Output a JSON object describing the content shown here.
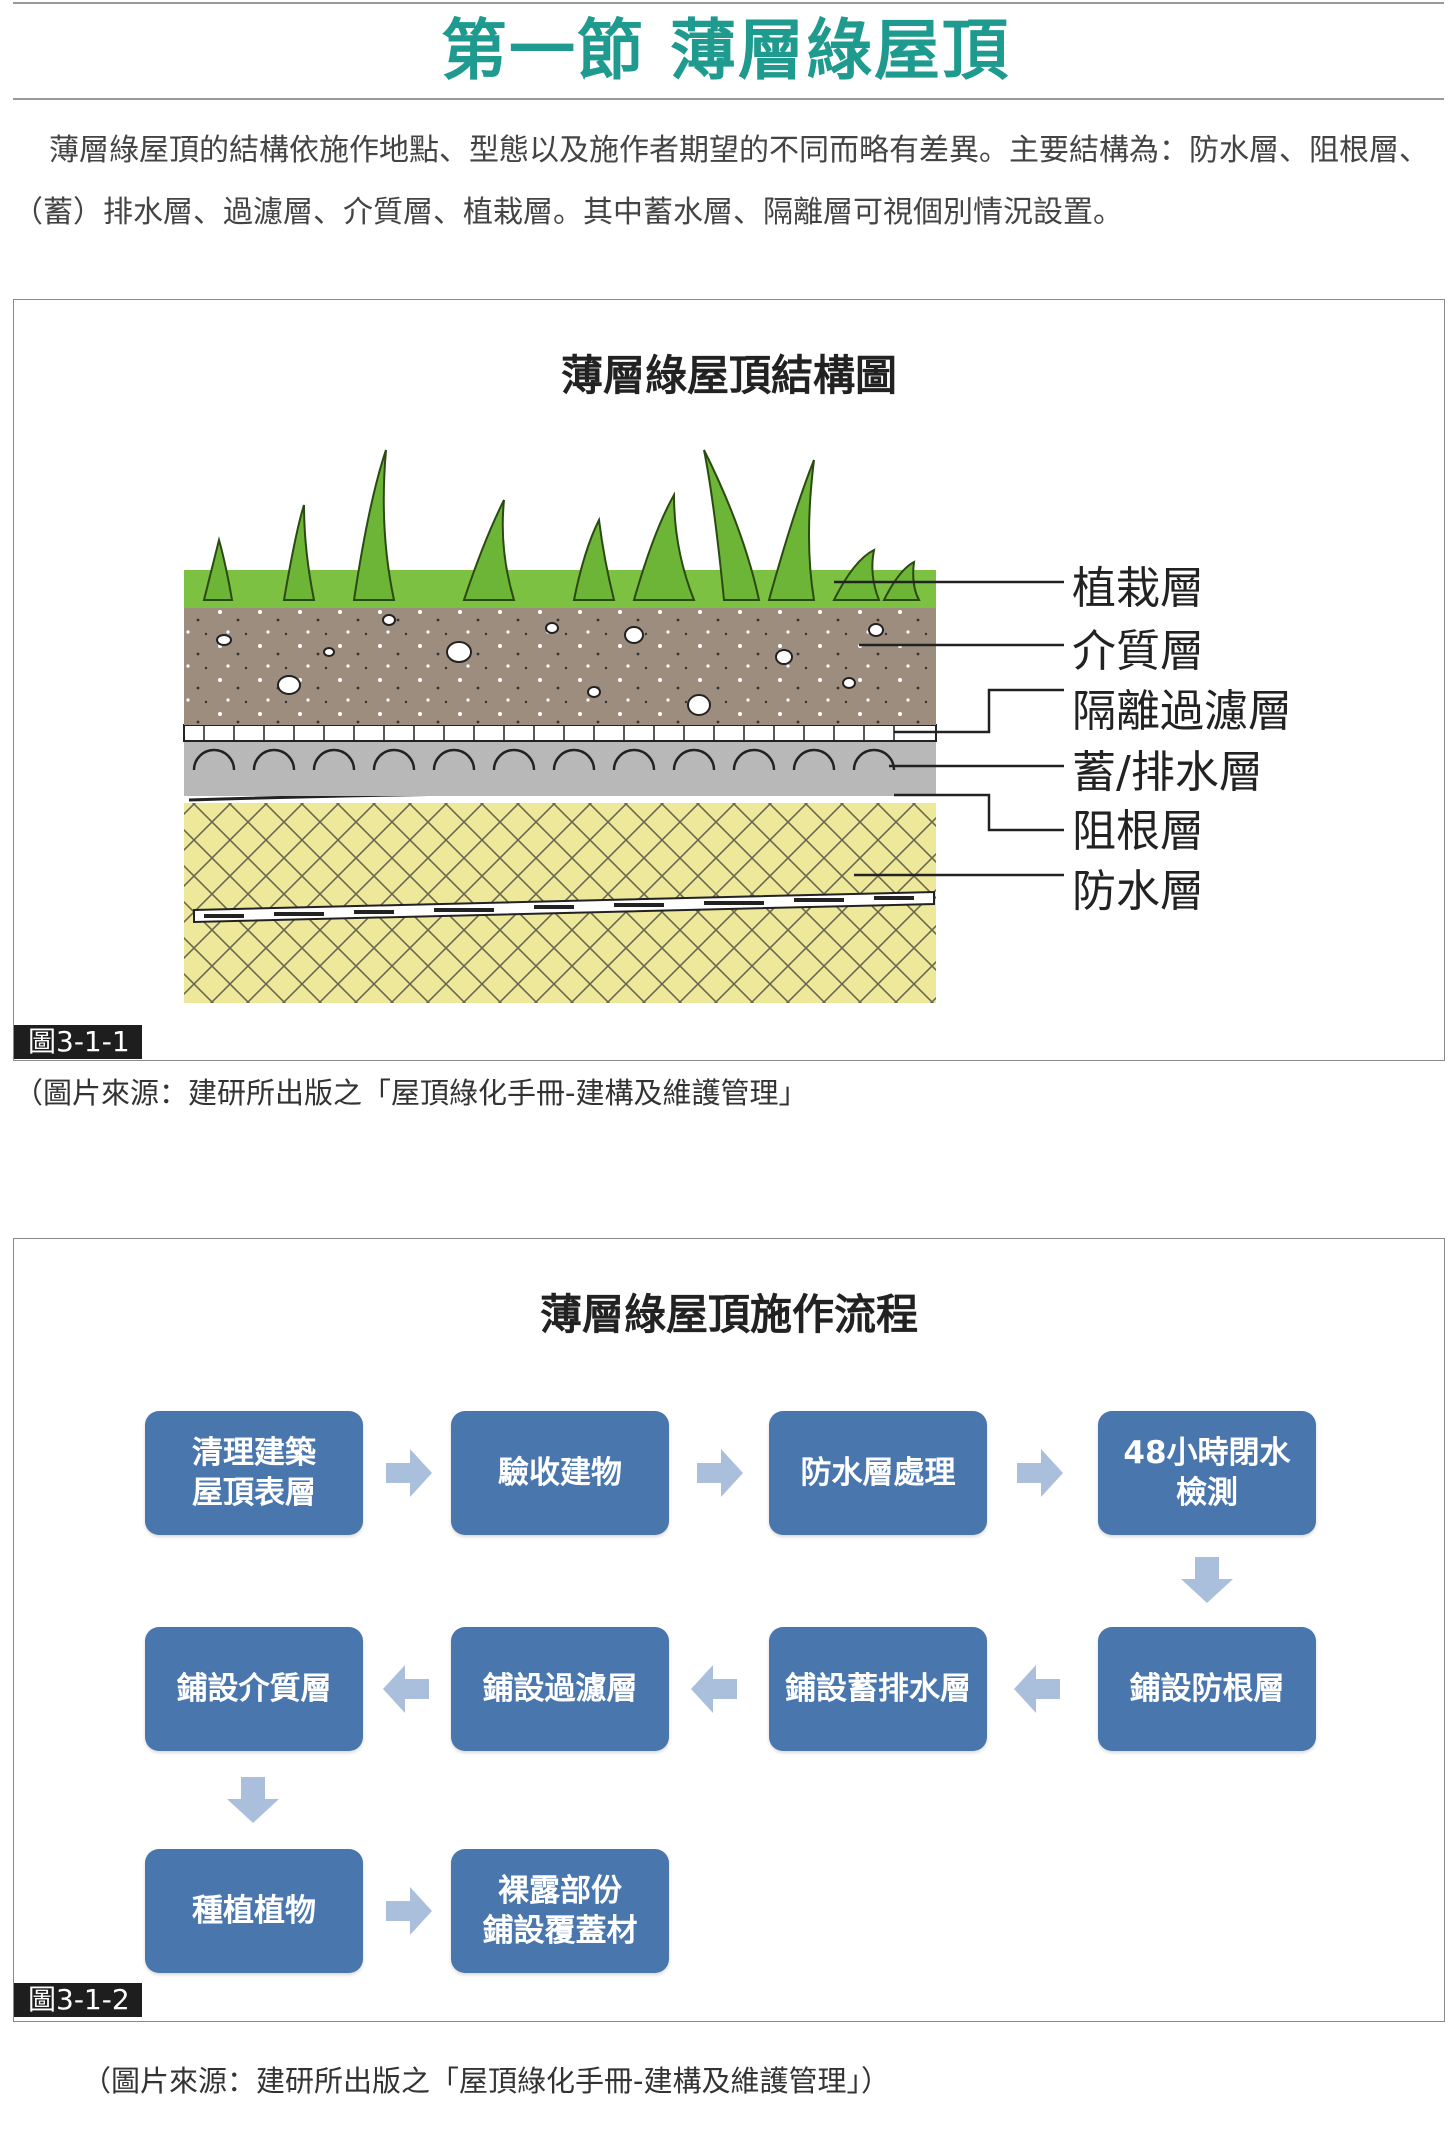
{
  "section": {
    "title": "第一節 薄層綠屋頂",
    "intro": "薄層綠屋頂的結構依施作地點、型態以及施作者期望的不同而略有差異。主要結構為：防水層、阻根層、（蓄）排水層、過濾層、介質層、植栽層。其中蓄水層、隔離層可視個別情況設置。"
  },
  "figure1": {
    "title": "薄層綠屋頂結構圖",
    "tag": "圖3-1-1",
    "source": "（圖片來源：建研所出版之「屋頂綠化手冊-建構及維護管理」",
    "layers": [
      "植栽層",
      "介質層",
      "隔離過濾層",
      "蓄/排水層",
      "阻根層",
      "防水層"
    ],
    "colors": {
      "grass": "#7cc142",
      "soil": "#9c8d7e",
      "drain": "#b8b8b8",
      "waterproof": "#eee89a"
    }
  },
  "figure2": {
    "title": "薄層綠屋頂施作流程",
    "tag": "圖3-1-2",
    "source": "（圖片來源：建研所出版之「屋頂綠化手冊-建構及維護管理」）",
    "steps": [
      "清理建築\n屋頂表層",
      "驗收建物",
      "防水層處理",
      "48小時閉水\n檢測",
      "鋪設防根層",
      "鋪設蓄排水層",
      "鋪設過濾層",
      "鋪設介質層",
      "種植植物",
      "裸露部份\n鋪設覆蓋材"
    ],
    "colors": {
      "box": "#4a76ae",
      "arrow": "#a9bfdc"
    }
  }
}
